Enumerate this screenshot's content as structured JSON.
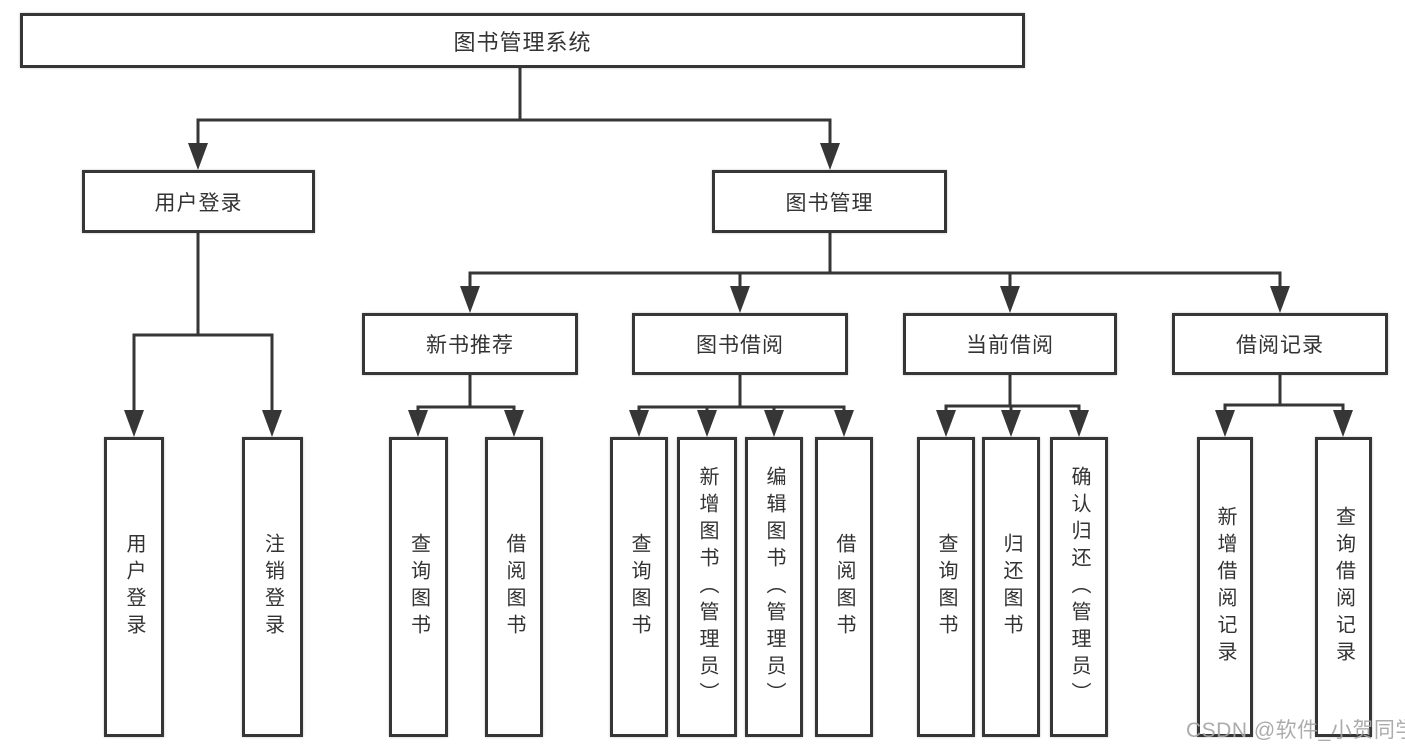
{
  "colors": {
    "line": "#363636",
    "text": "#333333",
    "box_background": "#ffffff",
    "watermark": "#a5a5a5"
  },
  "watermark": {
    "text": "CSDN @软件_小贺同学"
  },
  "tree": {
    "root": {
      "label": "图书管理系统"
    },
    "branches": [
      {
        "label": "用户登录",
        "children": [
          {
            "label": "用户登录"
          },
          {
            "label": "注销登录"
          }
        ]
      },
      {
        "label": "图书管理",
        "sections": [
          {
            "label": "新书推荐",
            "children": [
              {
                "label": "查询图书"
              },
              {
                "label": "借阅图书"
              }
            ]
          },
          {
            "label": "图书借阅",
            "children": [
              {
                "label": "查询图书"
              },
              {
                "label": "新增图书（管理员）"
              },
              {
                "label": "编辑图书（管理员）"
              },
              {
                "label": "借阅图书"
              }
            ]
          },
          {
            "label": "当前借阅",
            "children": [
              {
                "label": "查询图书"
              },
              {
                "label": "归还图书"
              },
              {
                "label": "确认归还（管理员）"
              }
            ]
          },
          {
            "label": "借阅记录",
            "children": [
              {
                "label": "新增借阅记录"
              },
              {
                "label": "查询借阅记录"
              }
            ]
          }
        ]
      }
    ]
  }
}
